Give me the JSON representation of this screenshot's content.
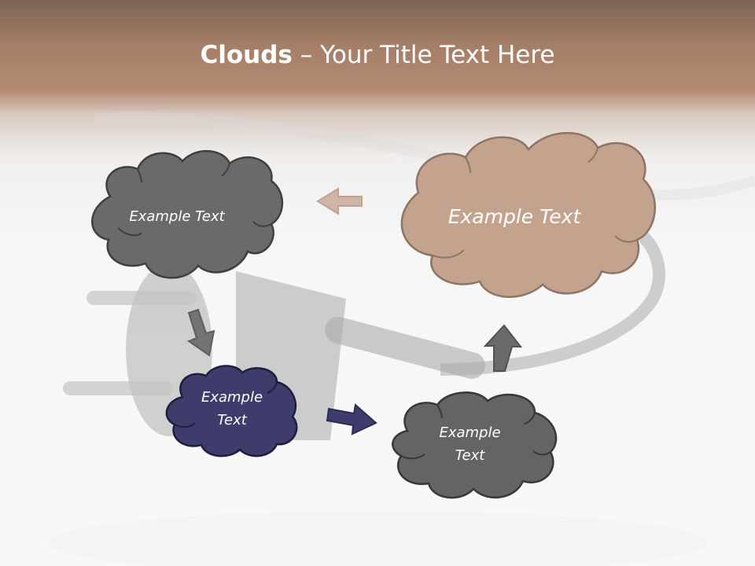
{
  "slide": {
    "title_bold": "Clouds",
    "title_rest": " – Your Title Text Here"
  },
  "clouds": [
    {
      "label": "Example Text",
      "color": "#6a6a6a"
    },
    {
      "label": "Example Text",
      "color": "#c4a38e"
    },
    {
      "label": "Example\nText",
      "color": "#3d3c6b"
    },
    {
      "label": "Example\nText",
      "color": "#646464"
    }
  ],
  "arrows": [
    {
      "from": "cloud-top-right",
      "to": "cloud-top-left",
      "color": "#c9a89a"
    },
    {
      "from": "cloud-top-left",
      "to": "cloud-small-navy",
      "color": "#6a6a6a"
    },
    {
      "from": "cloud-small-navy",
      "to": "cloud-bottom-right",
      "color": "#3d3c6b"
    },
    {
      "from": "cloud-bottom-right",
      "to": "cloud-top-right",
      "color": "#646464"
    }
  ]
}
